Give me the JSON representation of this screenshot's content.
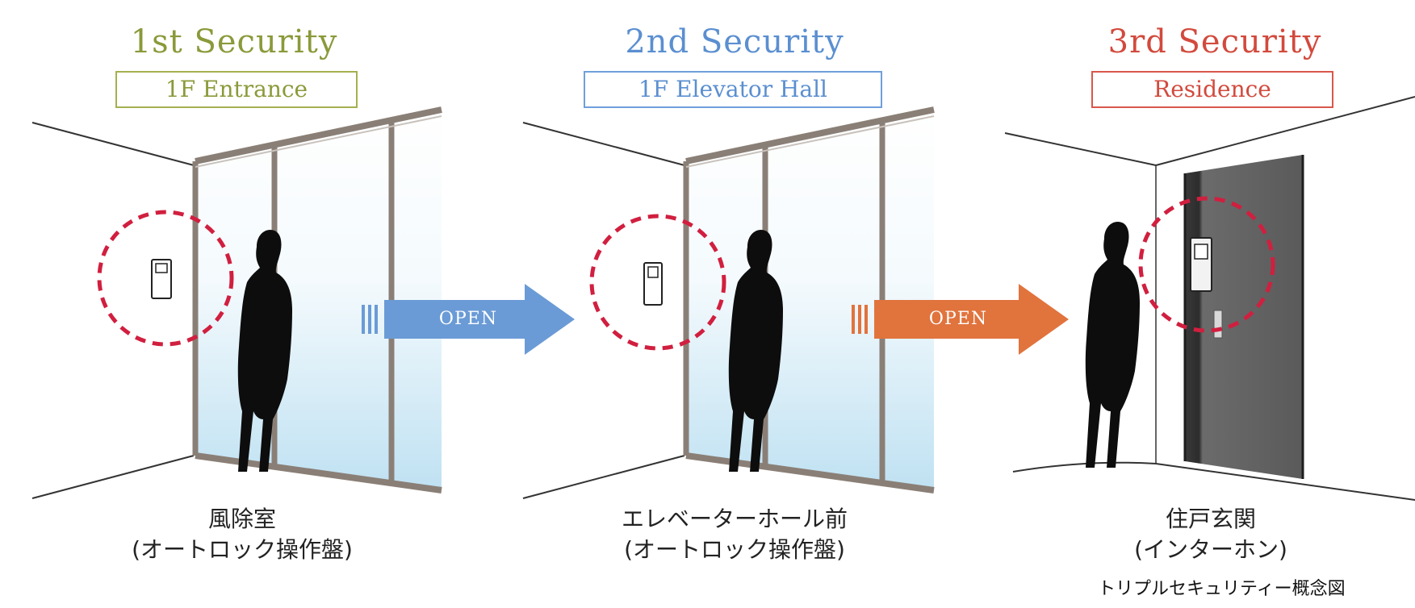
{
  "colors": {
    "first": "#8a9a3a",
    "second": "#5b8fd0",
    "third": "#d24a3d",
    "ring": "#d11f3f",
    "arrow_blue": "#6a9bd6",
    "arrow_orange": "#e1733d"
  },
  "stages": [
    {
      "title": "1st Security",
      "place": "1F Entrance",
      "caption_line1": "風除室",
      "caption_line2": "(オートロック操作盤)"
    },
    {
      "title": "2nd Security",
      "place": "1F Elevator Hall",
      "caption_line1": "エレベーターホール前",
      "caption_line2": "(オートロック操作盤)"
    },
    {
      "title": "3rd Security",
      "place": "Residence",
      "caption_line1": "住戸玄関",
      "caption_line2": "(インターホン)"
    }
  ],
  "arrows": [
    {
      "label": "OPEN",
      "icon": "arrow-right-icon"
    },
    {
      "label": "OPEN",
      "icon": "arrow-right-icon"
    }
  ],
  "footnote": "トリプルセキュリティー概念図"
}
